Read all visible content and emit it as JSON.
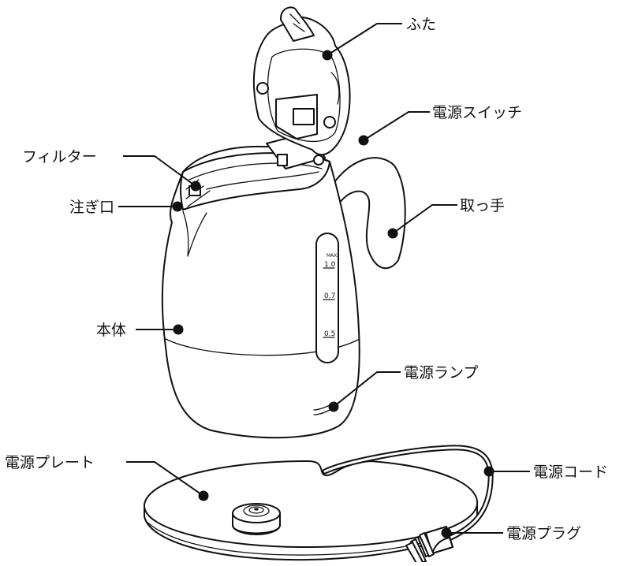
{
  "labels": {
    "lid": "ふた",
    "power_switch": "電源スイッチ",
    "filter": "フィルター",
    "spout": "注ぎ口",
    "handle": "取っ手",
    "body": "本体",
    "power_lamp": "電源ランプ",
    "power_plate": "電源プレート",
    "power_cord": "電源コード",
    "power_plug": "電源プラグ"
  },
  "gauge": {
    "max_top": "MAX",
    "max_value": "1.0",
    "mid": "0.7",
    "low": "0.5"
  }
}
